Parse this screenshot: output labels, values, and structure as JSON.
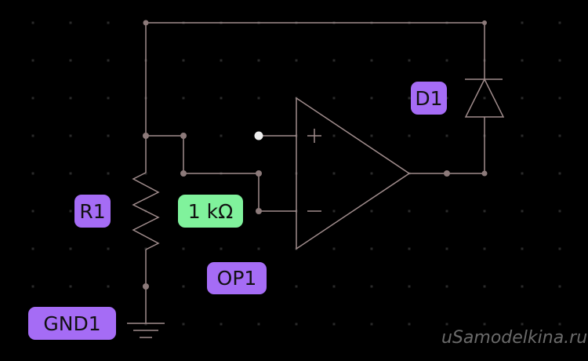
{
  "labels": {
    "r1": "R1",
    "r1_value": "1 kΩ",
    "op1": "OP1",
    "d1": "D1",
    "gnd1": "GND1",
    "op_plus": "+",
    "op_minus": "−"
  },
  "watermark": "uSamodelkina.ru",
  "colors": {
    "background": "#000000",
    "wire": "#a08c8c",
    "node": "#8c7a7a",
    "label_component": "#a56cf5",
    "label_value": "#80f29c",
    "grid_dot": "#2a2a2a"
  }
}
